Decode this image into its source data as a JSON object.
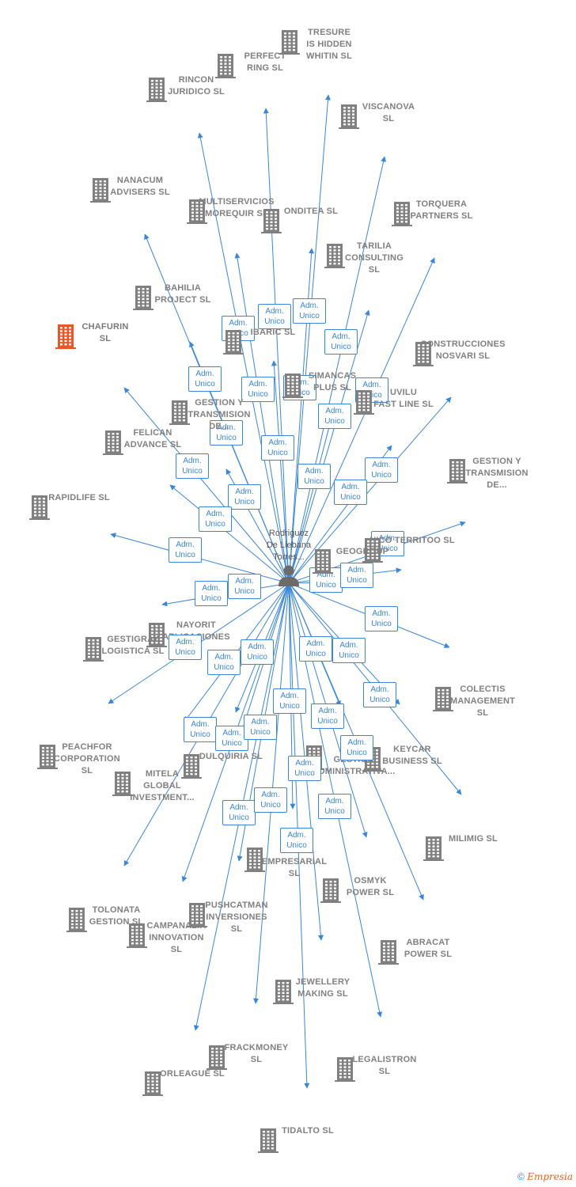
{
  "center": {
    "name": "Rodriguez\nDe Liebana\nTorres..."
  },
  "badge_text": "Adm.\nUnico",
  "colors": {
    "edge": "#3a86d8",
    "node": "#808080",
    "highlight": "#e8562a"
  },
  "icons": {
    "company": "building-icon",
    "person": "person-icon",
    "copyright": "copyright-icon"
  },
  "brand": {
    "copyright": "©",
    "name": "Empresia"
  },
  "companies": [
    {
      "id": "tresure",
      "label": "TRESURE\nIS HIDDEN\nWHITIN SL"
    },
    {
      "id": "perfect-ring",
      "label": "PERFECT\nRING SL"
    },
    {
      "id": "rincon",
      "label": "RINCON\nJURIDICO SL"
    },
    {
      "id": "viscanova",
      "label": "VISCANOVA\nSL"
    },
    {
      "id": "nanacum",
      "label": "NANACUM\nADVISERS SL"
    },
    {
      "id": "multiservicios",
      "label": "MULTISERVICIOS\nMOREQUIR SL"
    },
    {
      "id": "onditea",
      "label": "ONDITEA SL"
    },
    {
      "id": "torquera",
      "label": "TORQUERA\nPARTNERS SL"
    },
    {
      "id": "tarilia",
      "label": "TARILIA\nCONSULTING\nSL"
    },
    {
      "id": "bahilia",
      "label": "BAHILIA\nPROJECT SL"
    },
    {
      "id": "chafurin",
      "label": "CHAFURIN\nSL",
      "highlight": true
    },
    {
      "id": "ibaric",
      "label": "IBARIC SL"
    },
    {
      "id": "construcciones",
      "label": "CONSTRUCCIONES\nNOSVARI SL"
    },
    {
      "id": "simancas",
      "label": "SIMANCAS\nPLUS SL"
    },
    {
      "id": "uvilu",
      "label": "UVILU\nFAST LINE SL"
    },
    {
      "id": "gestion-trans-1",
      "label": "GESTION Y\nTRANSMISION\nDE..."
    },
    {
      "id": "felican",
      "label": "FELICAN\nADVANCE SL"
    },
    {
      "id": "gestion-trans-2",
      "label": "GESTION Y\nTRANSMISION\nDE..."
    },
    {
      "id": "rapidlife",
      "label": "RAPIDLIFE SL"
    },
    {
      "id": "nicoterritoo",
      "label": "NICO TERRITOO SL"
    },
    {
      "id": "geogroup",
      "label": "GEOGROUP"
    },
    {
      "id": "nayorit",
      "label": "NAYORIT\nAPLICACIONES"
    },
    {
      "id": "gestigray",
      "label": "GESTIGRAY\nLOGISTICA SL"
    },
    {
      "id": "colectis",
      "label": "COLECTIS\nMANAGEMENT\nSL"
    },
    {
      "id": "peachfor",
      "label": "PEACHFOR\nCORPORATION\nSL"
    },
    {
      "id": "dulquiria",
      "label": "DULQUIRIA SL"
    },
    {
      "id": "keycar",
      "label": "KEYCAR\nBUSINESS SL"
    },
    {
      "id": "mitela",
      "label": "MITELA\nGLOBAL\nINVESTMENT..."
    },
    {
      "id": "dad-gestion",
      "label": "DAD\nGESTION\nADMINISTRATIVA..."
    },
    {
      "id": "milimig",
      "label": "MILIMIG SL"
    },
    {
      "id": "rm-empresarial",
      "label": "RM\nEMPRESARIAL\nSL"
    },
    {
      "id": "tolonata",
      "label": "TOLONATA\nGESTION SL"
    },
    {
      "id": "campanalia",
      "label": "CAMPANALIA\nINNOVATION\nSL"
    },
    {
      "id": "pushcatman",
      "label": "PUSHCATMAN\nINVERSIONES\nSL"
    },
    {
      "id": "osmyk",
      "label": "OSMYK\nPOWER SL"
    },
    {
      "id": "abracat",
      "label": "ABRACAT\nPOWER SL"
    },
    {
      "id": "jewellery",
      "label": "JEWELLERY\nMAKING SL"
    },
    {
      "id": "frackmoney",
      "label": "FRACKMONEY\nSL"
    },
    {
      "id": "legalistron",
      "label": "LEGALISTRON\nSL"
    },
    {
      "id": "orleague",
      "label": "ORLEAGUE SL"
    },
    {
      "id": "tidalto",
      "label": "TIDALTO SL"
    }
  ]
}
